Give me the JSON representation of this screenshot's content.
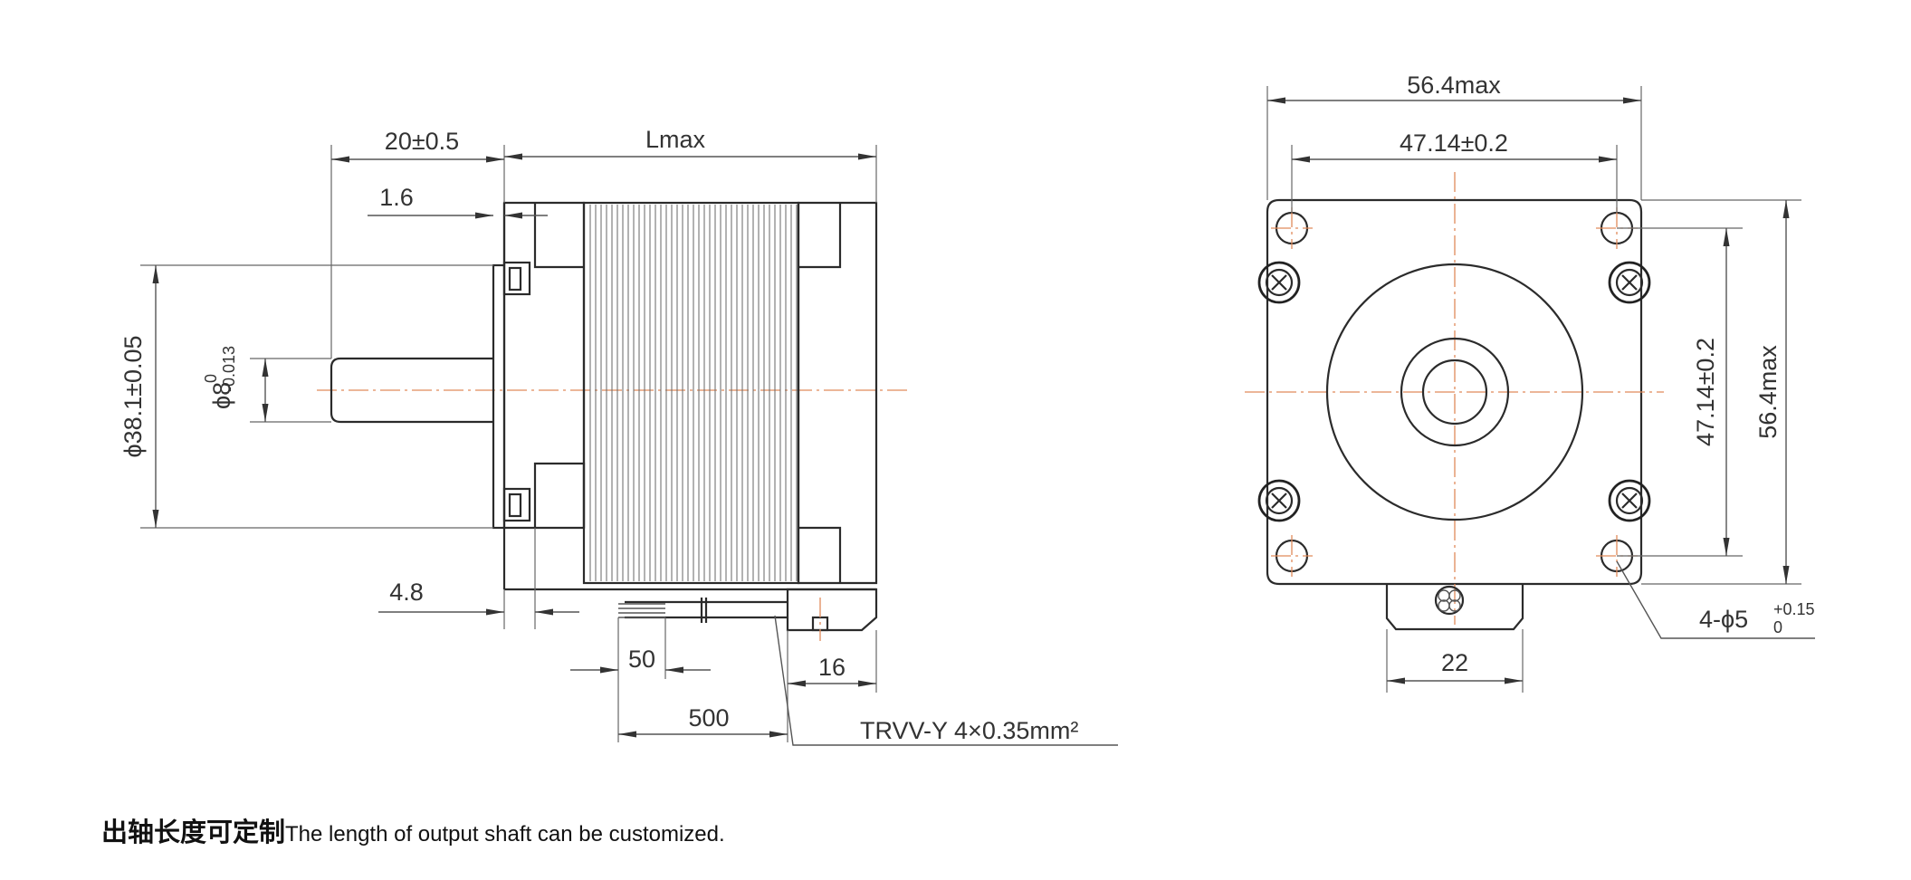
{
  "side_view": {
    "dim_shaft_length": "20±0.5",
    "dim_body_length": "Lmax",
    "dim_flange": "1.6",
    "dim_boss_diameter": "ϕ38.1±0.05",
    "dim_shaft_diameter_base": "ϕ8",
    "dim_shaft_diameter_tol_upper": "0",
    "dim_shaft_diameter_tol_lower": "-0.013",
    "dim_front_cap": "4.8",
    "dim_lead_strip": "50",
    "dim_connector": "16",
    "dim_lead_length": "500",
    "cable_spec": "TRVV-Y 4×0.35mm²"
  },
  "front_view": {
    "dim_width": "56.4max",
    "dim_hole_spacing_h": "47.14±0.2",
    "dim_hole_spacing_v": "47.14±0.2",
    "dim_height": "56.4max",
    "dim_connector_width": "22",
    "hole_spec_base": "4-ϕ5",
    "hole_spec_tol_upper": "+0.15",
    "hole_spec_tol_lower": "0"
  },
  "note": {
    "zh": "出轴长度可定制",
    "en": "The length of output shaft can be customized."
  }
}
